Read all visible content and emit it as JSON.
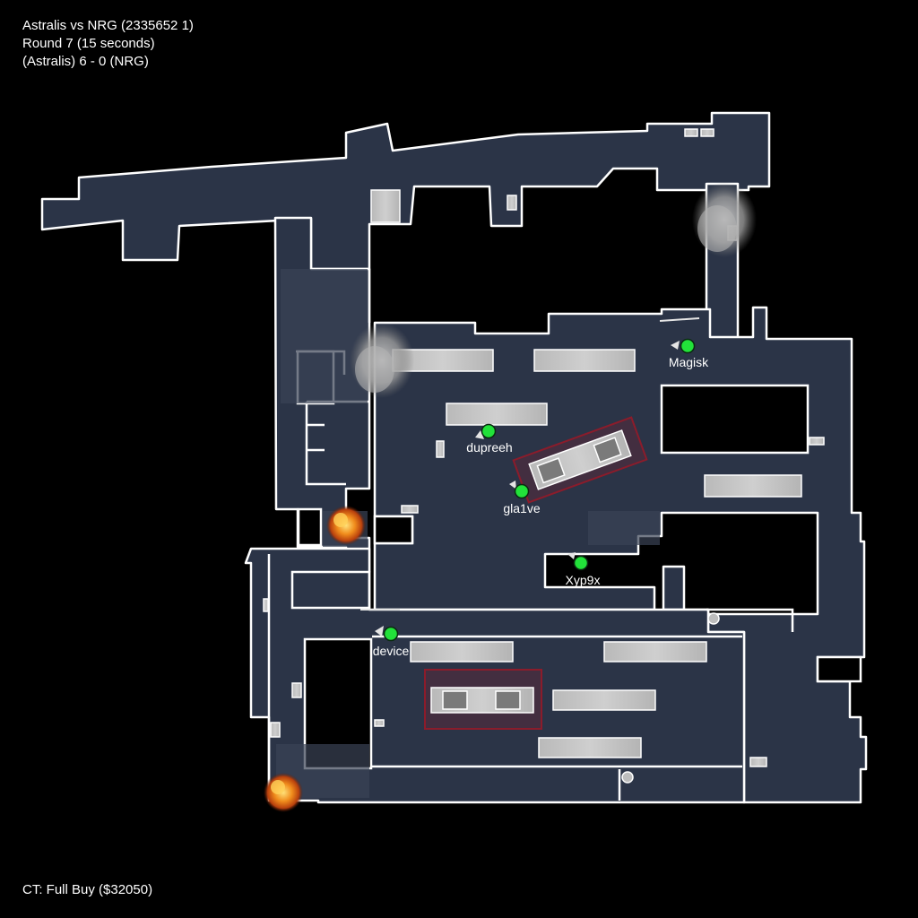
{
  "match": {
    "title": "Astralis vs NRG (2335652 1)",
    "round": "Round 7 (15 seconds)",
    "score": "(Astralis) 6 - 0 (NRG)"
  },
  "economy": "CT: Full Buy ($32050)",
  "colors": {
    "background": "#000000",
    "floor": "#2b3447",
    "wall": "#ffffff",
    "player_alive": "#22e23a",
    "bombsite": "#8b1c2b"
  },
  "players": [
    {
      "name": "Magisk",
      "team": "CT",
      "status": "alive"
    },
    {
      "name": "dupreeh",
      "team": "CT",
      "status": "alive"
    },
    {
      "name": "gla1ve",
      "team": "CT",
      "status": "alive"
    },
    {
      "name": "Xyp9x",
      "team": "CT",
      "status": "alive"
    },
    {
      "name": "device",
      "team": "CT",
      "status": "alive"
    }
  ],
  "utility": [
    {
      "type": "smoke-icon"
    },
    {
      "type": "smoke-icon"
    },
    {
      "type": "molotov-icon"
    },
    {
      "type": "molotov-icon"
    }
  ]
}
